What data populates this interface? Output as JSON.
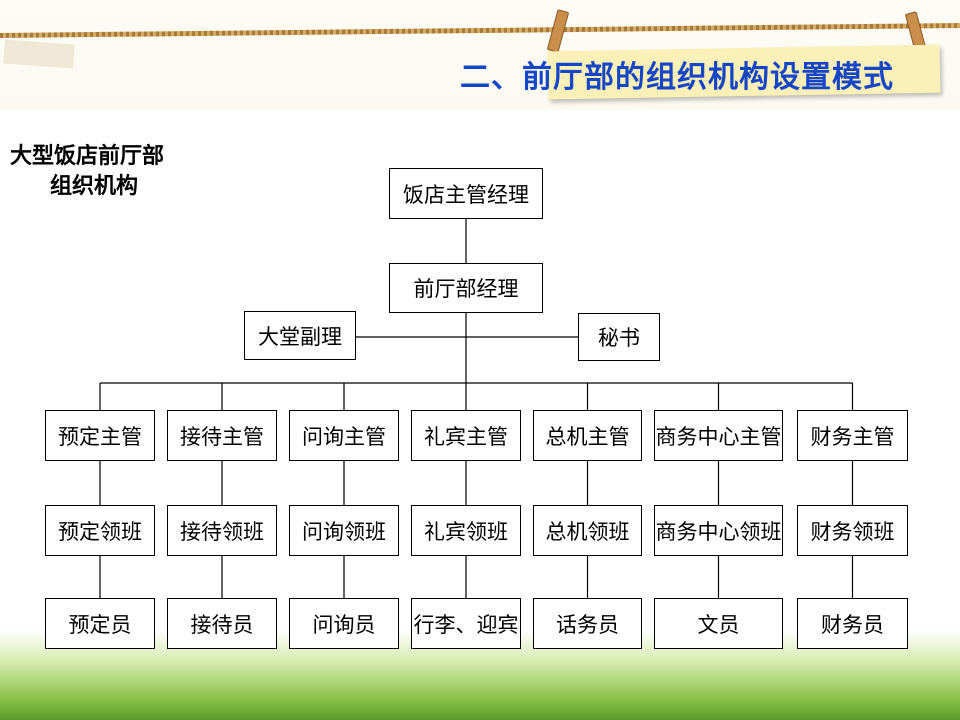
{
  "slide": {
    "title": "二、前厅部的组织机构设置模式",
    "subtitle_line1": "大型饭店前厅部",
    "subtitle_line2": "组织机构"
  },
  "org": {
    "top": "饭店主管经理",
    "manager": "前厅部经理",
    "assistant": "大堂副理",
    "secretary": "秘书",
    "columns": [
      {
        "supervisor": "预定主管",
        "leader": "预定领班",
        "staff": "预定员"
      },
      {
        "supervisor": "接待主管",
        "leader": "接待领班",
        "staff": "接待员"
      },
      {
        "supervisor": "问询主管",
        "leader": "问询领班",
        "staff": "问询员"
      },
      {
        "supervisor": "礼宾主管",
        "leader": "礼宾领班",
        "staff": "行李、迎宾"
      },
      {
        "supervisor": "总机主管",
        "leader": "总机领班",
        "staff": "话务员"
      },
      {
        "supervisor": "商务中心主管",
        "leader": "商务中心领班",
        "staff": "文员"
      },
      {
        "supervisor": "财务主管",
        "leader": "财务领班",
        "staff": "财务员"
      }
    ]
  }
}
